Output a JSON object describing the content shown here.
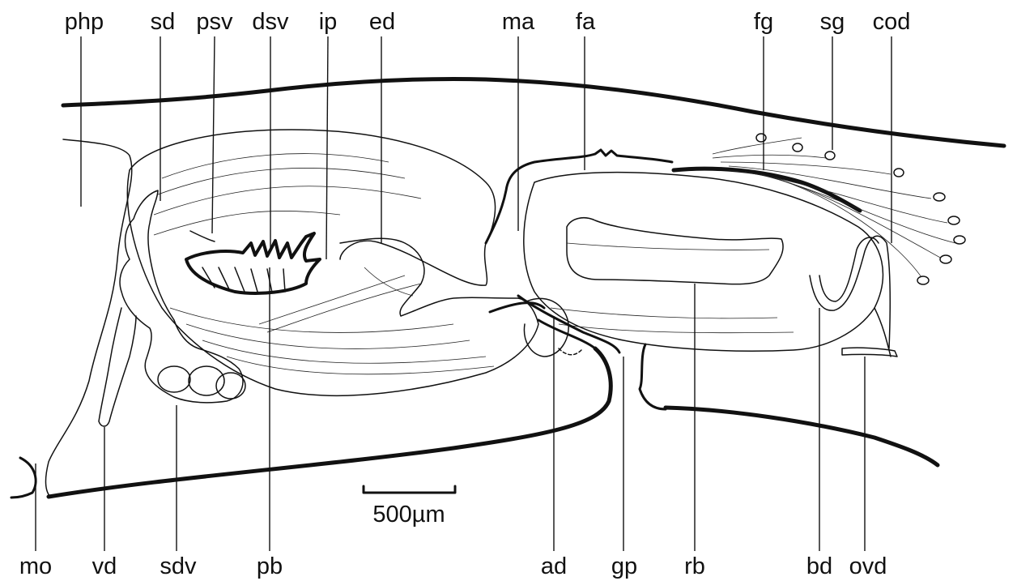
{
  "colors": {
    "ink": "#111111",
    "background": "#ffffff"
  },
  "labels_top": {
    "php": "php",
    "sd": "sd",
    "psv": "psv",
    "dsv": "dsv",
    "ip": "ip",
    "ed": "ed",
    "ma": "ma",
    "fa": "fa",
    "fg": "fg",
    "sg": "sg",
    "cod": "cod"
  },
  "labels_bottom": {
    "mo": "mo",
    "vd": "vd",
    "sdv": "sdv",
    "pb": "pb",
    "ad": "ad",
    "gp": "gp",
    "rb": "rb",
    "bd": "bd",
    "ovd": "ovd"
  },
  "scale_bar": {
    "label": "500µm"
  }
}
